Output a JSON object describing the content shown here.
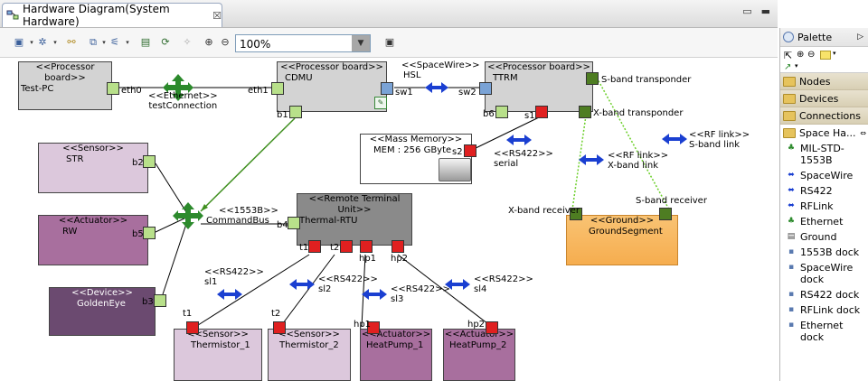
{
  "tab": {
    "title": "Hardware Diagram(System Hardware)",
    "close": "☒"
  },
  "window": {
    "minimize": "▭",
    "maximize": "▬"
  },
  "toolbar": {
    "zoom_value": "100%"
  },
  "palette": {
    "title": "Palette",
    "drawers": [
      "Nodes",
      "Devices",
      "Connections",
      "Space Ha..."
    ],
    "items": [
      {
        "label": "MIL-STD-1553B",
        "icon": "ethernet-tree-icon"
      },
      {
        "label": "SpaceWire",
        "icon": "double-arrow-icon"
      },
      {
        "label": "RS422",
        "icon": "double-arrow-icon"
      },
      {
        "label": "RFLink",
        "icon": "double-arrow-icon"
      },
      {
        "label": "Ethernet",
        "icon": "ethernet-tree-icon"
      },
      {
        "label": "Ground",
        "icon": "box-icon"
      },
      {
        "label": "1553B dock",
        "icon": "dock-icon"
      },
      {
        "label": "SpaceWire dock",
        "icon": "dock-icon"
      },
      {
        "label": "RS422 dock",
        "icon": "dock-icon"
      },
      {
        "label": "RFLink dock",
        "icon": "dock-icon"
      },
      {
        "label": "Ethernet dock",
        "icon": "dock-icon"
      }
    ]
  },
  "diagram": {
    "nodes": {
      "testpc": {
        "stereo": "<<Processor board>>",
        "name": "Test-PC"
      },
      "cdmu": {
        "stereo": "<<Processor board>>",
        "name": "CDMU"
      },
      "ttrm": {
        "stereo": "<<Processor board>>",
        "name": "TTRM"
      },
      "str": {
        "stereo": "<<Sensor>>",
        "name": "STR"
      },
      "rw": {
        "stereo": "<<Actuator>>",
        "name": "RW"
      },
      "goldeneye": {
        "stereo": "<<Device>>",
        "name": "GoldenEye"
      },
      "mem": {
        "stereo": "<<Mass Memory>>",
        "name": "MEM : 256 GByte"
      },
      "rtu": {
        "stereo": "<<Remote Terminal Unit>>",
        "name": "Thermal-RTU"
      },
      "ground": {
        "stereo": "<<Ground>>",
        "name": "GroundSegment"
      },
      "th1": {
        "stereo": "<<Sensor>>",
        "name": "Thermistor_1"
      },
      "th2": {
        "stereo": "<<Sensor>>",
        "name": "Thermistor_2"
      },
      "hp1": {
        "stereo": "<<Actuator>>",
        "name": "HeatPump_1"
      },
      "hp2": {
        "stereo": "<<Actuator>>",
        "name": "HeatPump_2"
      }
    },
    "ports": {
      "eth0": "eth0",
      "eth1": "eth1",
      "sw1": "sw1",
      "sw2": "sw2",
      "b1": "b1",
      "b2": "b2",
      "b3": "b3",
      "b4": "b4",
      "b5": "b5",
      "b6": "b6",
      "s1": "s1",
      "s2": "s2",
      "t1": "t1",
      "t2": "t2",
      "hp1": "hp1",
      "hp2": "hp2",
      "t1b": "t1",
      "t2b": "t2",
      "hp1b": "hp1",
      "hp2b": "hp2",
      "sband": "S-band transponder",
      "xband": "X-band transponder",
      "xrecv": "X-band receiver",
      "srecv": "S-band receiver"
    },
    "connections": {
      "eth": {
        "stereo": "<<Ethernet>>",
        "name": "testConnection"
      },
      "hsl": {
        "stereo": "<<SpaceWire>>",
        "name": "HSL"
      },
      "serial": {
        "stereo": "<<RS422>>",
        "name": "serial"
      },
      "bus": {
        "stereo": "<<1553B>>",
        "name": "CommandBus"
      },
      "xlink": {
        "stereo": "<<RF link>>",
        "name": "X-band link"
      },
      "slink": {
        "stereo": "<<RF link>>",
        "name": "S-band link"
      },
      "sl1": {
        "stereo": "<<RS422>>",
        "name": "sl1"
      },
      "sl2": {
        "stereo": "<<RS422>>",
        "name": "sl2"
      },
      "sl3": {
        "stereo": "<<RS422>>",
        "name": "sl3"
      },
      "sl4": {
        "stereo": "<<RS422>>",
        "name": "sl4"
      }
    }
  },
  "colors": {
    "processor": "#d3d3d3",
    "sensor": "#dcc8dc",
    "actuator": "#a86f9e",
    "device": "#6b4a70",
    "rtu": "#8a8a8a",
    "ground": "#f7b258",
    "port_green": "#b8e08a",
    "port_red": "#e02020",
    "port_blue": "#7aa3d6",
    "port_dark": "#4e7d22",
    "connector": "#1a3fd1"
  }
}
